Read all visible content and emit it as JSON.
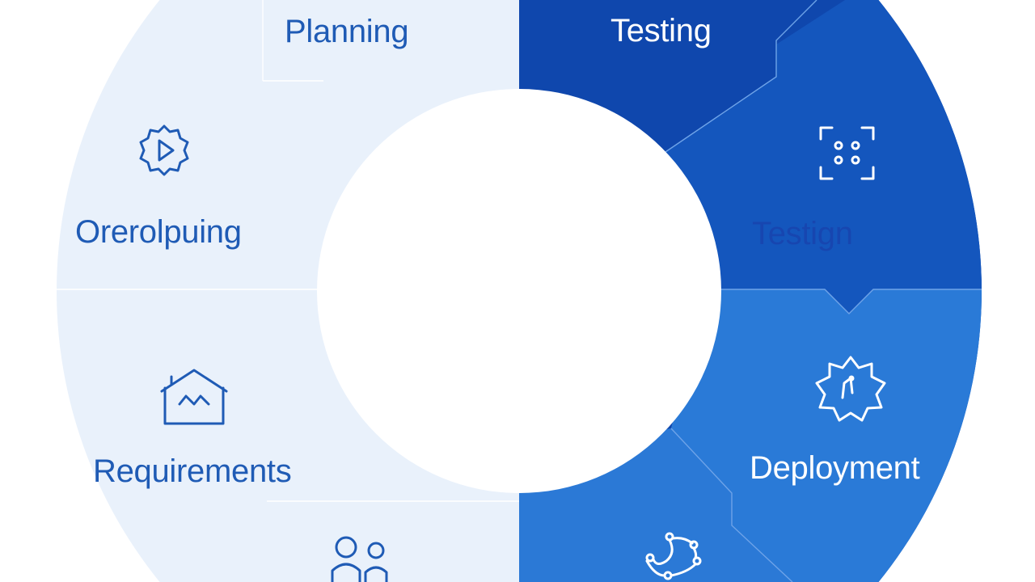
{
  "segments": [
    {
      "id": "planning",
      "label": "Planning",
      "icon": "none"
    },
    {
      "id": "orerolpuing",
      "label": "Orerolpuing",
      "icon": "gear-play-icon"
    },
    {
      "id": "requirements",
      "label": "Requirements",
      "icon": "house-chart-icon"
    },
    {
      "id": "people",
      "label": "",
      "icon": "people-icon"
    },
    {
      "id": "testing",
      "label": "Testing",
      "icon": "none"
    },
    {
      "id": "testign",
      "label": "Testign",
      "icon": "face-scan-icon"
    },
    {
      "id": "deployment",
      "label": "Deployment",
      "icon": "gear-badge-icon"
    },
    {
      "id": "maintenance",
      "label": "",
      "icon": "network-nodes-icon"
    }
  ],
  "colors": {
    "left_fill": "#e9f1fb",
    "testing_fill": "#0f47ad",
    "testign_fill": "#1456bd",
    "deployment_fill": "#2a7ad7",
    "maintenance_fill": "#2b79d6",
    "seam_light": "#ffffff",
    "seam_dark": "#6ea3e8",
    "center": "#ffffff"
  }
}
